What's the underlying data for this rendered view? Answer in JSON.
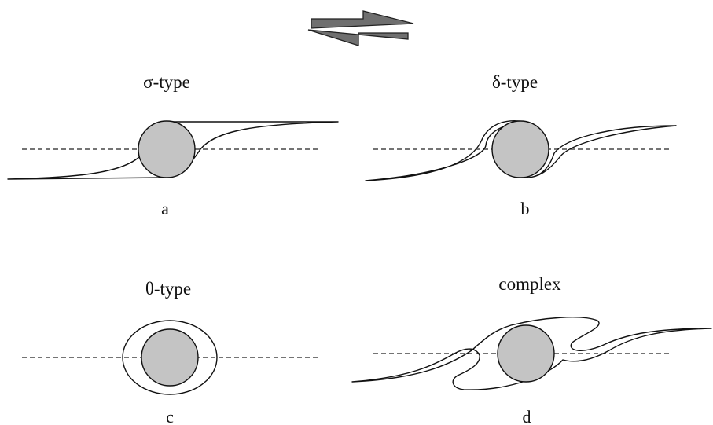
{
  "shear_sense_icon": "dextral-shear-arrows",
  "colors": {
    "grain_fill": "#c4c4c4",
    "arrow_fill": "#6f6f6f",
    "line": "#111111"
  },
  "panels": [
    {
      "id": "a",
      "type_label": "σ-type",
      "letter": "a"
    },
    {
      "id": "b",
      "type_label": "δ-type",
      "letter": "b"
    },
    {
      "id": "c",
      "type_label": "θ-type",
      "letter": "c"
    },
    {
      "id": "d",
      "type_label": "complex",
      "letter": "d"
    }
  ]
}
